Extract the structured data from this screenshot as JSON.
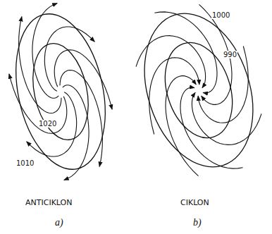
{
  "diagram": {
    "labels": [
      "1020",
      "1010",
      "ANTICIKLON",
      "a)",
      "1000",
      "990",
      "CIKLON",
      "b)"
    ]
  }
}
